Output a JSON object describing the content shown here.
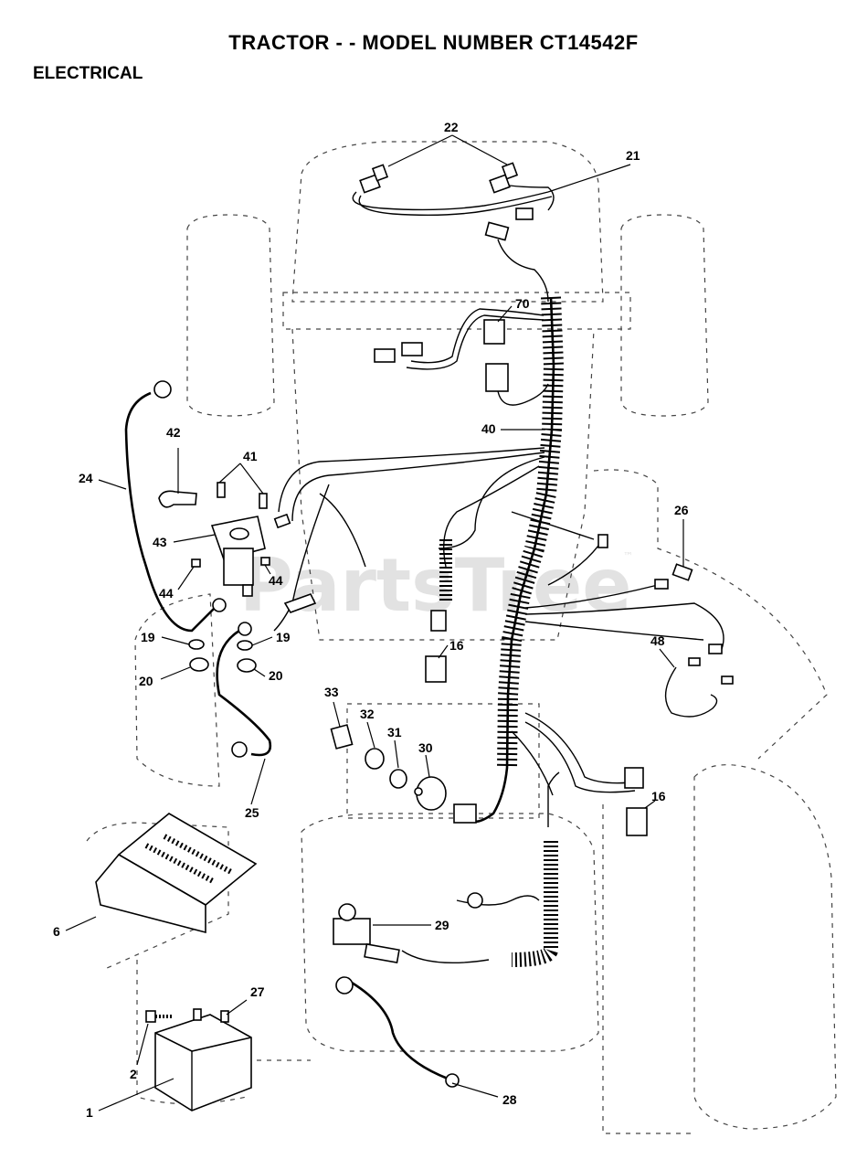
{
  "title": "TRACTOR - - MODEL NUMBER CT14542F",
  "section": "ELECTRICAL",
  "watermark": "PartsTree",
  "watermark_tm": "™",
  "callouts": {
    "c1": "1",
    "c2": "2",
    "c6": "6",
    "c16a": "16",
    "c16b": "16",
    "c19a": "19",
    "c19b": "19",
    "c20a": "20",
    "c20b": "20",
    "c21": "21",
    "c22": "22",
    "c24": "24",
    "c25": "25",
    "c26": "26",
    "c27": "27",
    "c28": "28",
    "c29": "29",
    "c30": "30",
    "c31": "31",
    "c32": "32",
    "c33": "33",
    "c40": "40",
    "c41": "41",
    "c42": "42",
    "c43": "43",
    "c44a": "44",
    "c44b": "44",
    "c48": "48",
    "c70": "70"
  }
}
